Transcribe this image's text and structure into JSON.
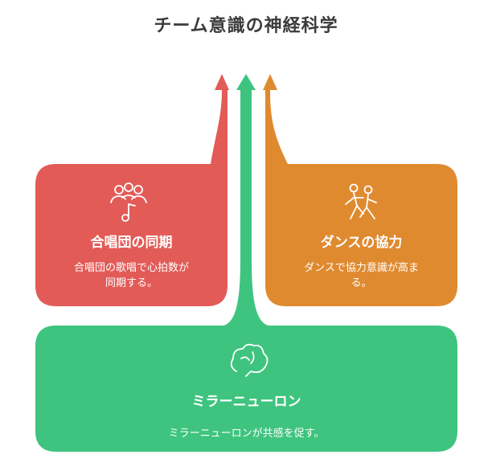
{
  "title": "チーム意識の神経科学",
  "colors": {
    "red": "#E25B57",
    "orange": "#E08A30",
    "green": "#3EC47E"
  },
  "cards": {
    "choir": {
      "title": "合唱団の同期",
      "desc_line1": "合唱団の歌唱で心拍数が",
      "desc_line2": "同期する。",
      "icon": "choir-people-music-icon"
    },
    "dance": {
      "title": "ダンスの協力",
      "desc_line1": "ダンスで協力意識が高ま",
      "desc_line2": "る。",
      "icon": "dancing-people-icon"
    },
    "mirror": {
      "title": "ミラーニューロン",
      "desc": "ミラーニューロンが共感を促す。",
      "icon": "brain-icon"
    }
  }
}
